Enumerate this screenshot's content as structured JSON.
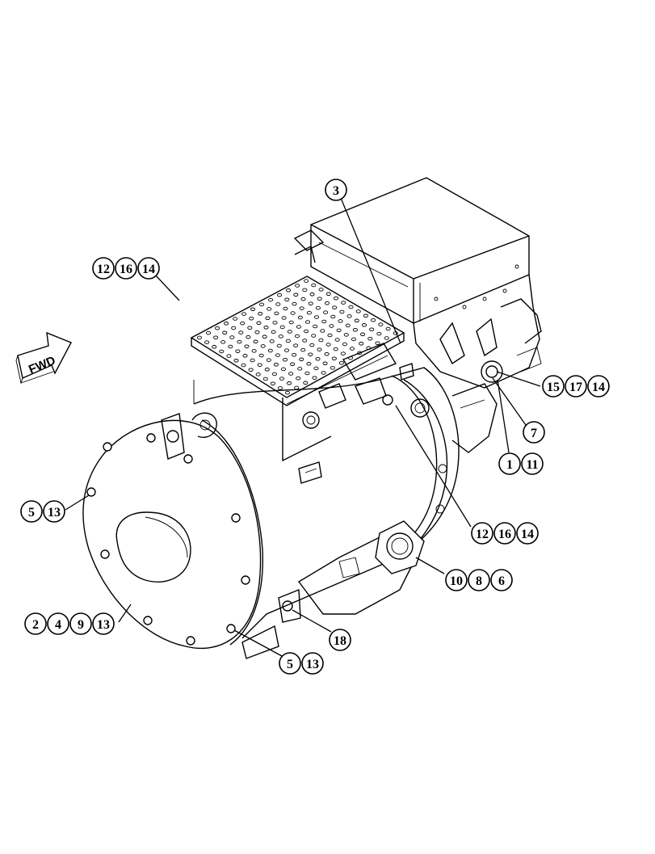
{
  "fwd_label": "FWD",
  "callouts": [
    {
      "id": "c-3",
      "items": [
        "3"
      ]
    },
    {
      "id": "c-12-16-14-top",
      "items": [
        "12",
        "16",
        "14"
      ]
    },
    {
      "id": "c-15-17-14",
      "items": [
        "15",
        "17",
        "14"
      ]
    },
    {
      "id": "c-7",
      "items": [
        "7"
      ]
    },
    {
      "id": "c-1-11",
      "items": [
        "1",
        "11"
      ]
    },
    {
      "id": "c-5-13-left",
      "items": [
        "5",
        "13"
      ]
    },
    {
      "id": "c-12-16-14-mid",
      "items": [
        "12",
        "16",
        "14"
      ]
    },
    {
      "id": "c-10-8-6",
      "items": [
        "10",
        "8",
        "6"
      ]
    },
    {
      "id": "c-2-4-9-13",
      "items": [
        "2",
        "4",
        "9",
        "13"
      ]
    },
    {
      "id": "c-18",
      "items": [
        "18"
      ]
    },
    {
      "id": "c-5-13-bottom",
      "items": [
        "5",
        "13"
      ]
    }
  ]
}
